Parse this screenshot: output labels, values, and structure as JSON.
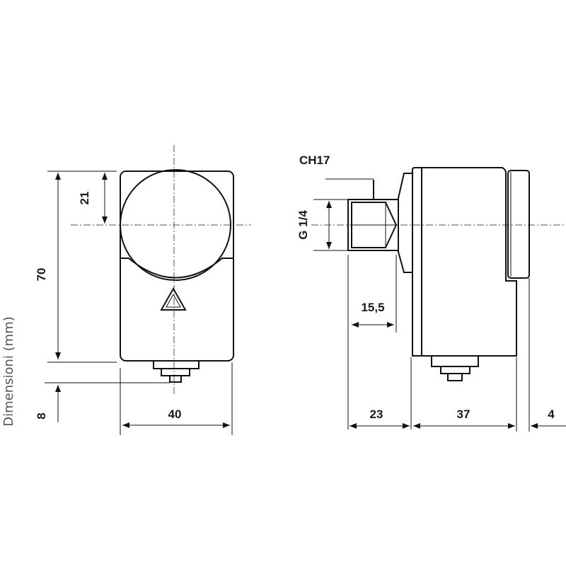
{
  "caption": "Dimensioni (mm)",
  "front_view": {
    "dim_height": "70",
    "dim_center_offset": "21",
    "dim_connector": "8",
    "dim_width": "40"
  },
  "side_view": {
    "hex_label": "CH17",
    "thread_label": "G 1/4",
    "dim_thread_length": "15,5",
    "dim_fitting": "23",
    "dim_body": "37",
    "dim_ring": "4"
  }
}
